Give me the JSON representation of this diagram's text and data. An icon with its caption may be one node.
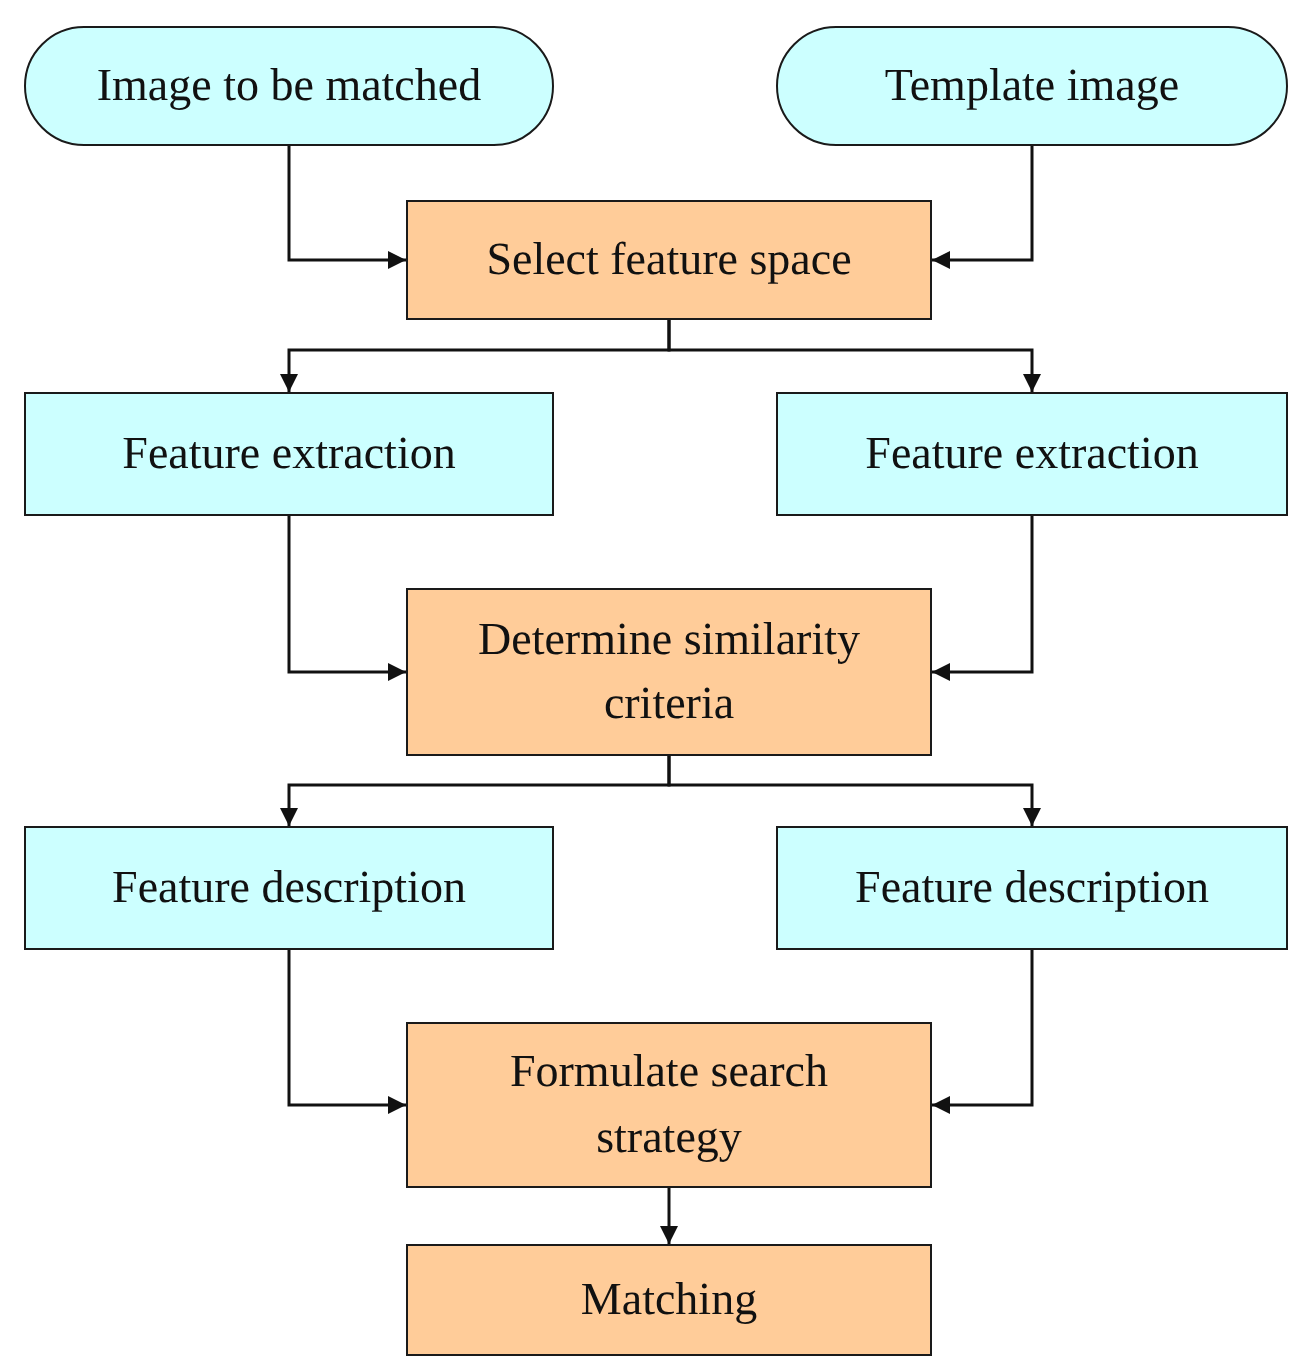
{
  "diagram": {
    "nodes": [
      {
        "text": [
          "Image to be matched"
        ]
      },
      {
        "text": [
          "Template image"
        ]
      },
      {
        "text": [
          "Select feature space"
        ]
      },
      {
        "text": [
          "Feature extraction"
        ]
      },
      {
        "text": [
          "Feature extraction"
        ]
      },
      {
        "text": [
          "Determine similarity criteria"
        ]
      },
      {
        "text": [
          "Feature description"
        ]
      },
      {
        "text": [
          "Feature description"
        ]
      },
      {
        "text": [
          "Formulate search strategy"
        ]
      },
      {
        "text": [
          "Matching"
        ]
      }
    ],
    "edges": [
      {
        "from": 0,
        "to": 2,
        "arrow": "to"
      },
      {
        "from": 1,
        "to": 2,
        "arrow": "to"
      },
      {
        "from": 2,
        "to": 3,
        "arrow": "to"
      },
      {
        "from": 2,
        "to": 4,
        "arrow": "to"
      },
      {
        "from": 3,
        "to": 5,
        "arrow": "to"
      },
      {
        "from": 4,
        "to": 5,
        "arrow": "to"
      },
      {
        "from": 5,
        "to": 6,
        "arrow": "to"
      },
      {
        "from": 5,
        "to": 7,
        "arrow": "to"
      },
      {
        "from": 6,
        "to": 8,
        "arrow": "to"
      },
      {
        "from": 7,
        "to": 8,
        "arrow": "to"
      },
      {
        "from": 8,
        "to": 9,
        "arrow": "to"
      }
    ]
  }
}
